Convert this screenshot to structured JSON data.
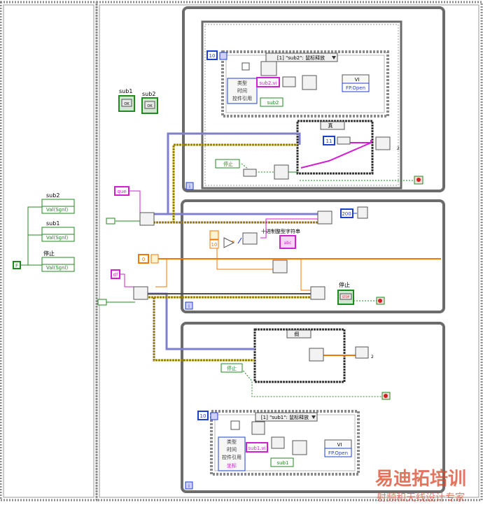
{
  "left_panel": {
    "locals": [
      {
        "name": "sub2",
        "prop": "Val(Sgnl)"
      },
      {
        "name": "sub1",
        "prop": "Val(Sgnl)"
      },
      {
        "name": "停止",
        "prop": "Val(Sgnl)"
      }
    ],
    "false_const": "F"
  },
  "controls": {
    "sub1_label": "sub1",
    "sub2_label": "sub2",
    "ok_glyph": "OK",
    "stop_label": "停止",
    "stop_glyph": "STOP"
  },
  "loop1": {
    "count": "10",
    "index": "i",
    "event_case": "[1] \"sub2\": 鼠标释放",
    "event_fields": [
      "类型",
      "时间",
      "控件引用"
    ],
    "vi_path": "sub2.vi",
    "ref": "sub2",
    "invoke_label": "VI",
    "invoke_method": "FP.Open",
    "bool_case": "真",
    "numeric_const": "11",
    "stop_local": "停止",
    "mini_label": "2"
  },
  "middle": {
    "queue_name": "que",
    "df_name": "df",
    "wait_ms": "200",
    "num_10": "10",
    "num_0": "0",
    "hex_string_label": "十进制整型字符串",
    "string_glyph": "abc",
    "index": "i"
  },
  "loop3": {
    "bool_case": "假",
    "stop_local": "停止",
    "count": "10",
    "event_case": "[1] \"sub1\": 鼠标释放",
    "event_fields": [
      "类型",
      "时间",
      "控件引用",
      "坐标"
    ],
    "vi_path": "sub1.vi",
    "ref": "sub1",
    "invoke_label": "VI",
    "invoke_method": "FP.Open",
    "index": "i",
    "mini_label": "2"
  },
  "watermark": {
    "main": "易迪拓培训",
    "sub": "射频和天线设计专家"
  },
  "colors": {
    "loop_border": "#6b6b6b",
    "bool_wire": "#1f8a1f",
    "refnum_wire": "#7f7fcf",
    "string_wire": "#d21fd2",
    "int_wire": "#1f3fcf",
    "dbl_wire": "#f07800",
    "cluster_wire": "#9b7b00",
    "watermark": "#d8452b"
  }
}
